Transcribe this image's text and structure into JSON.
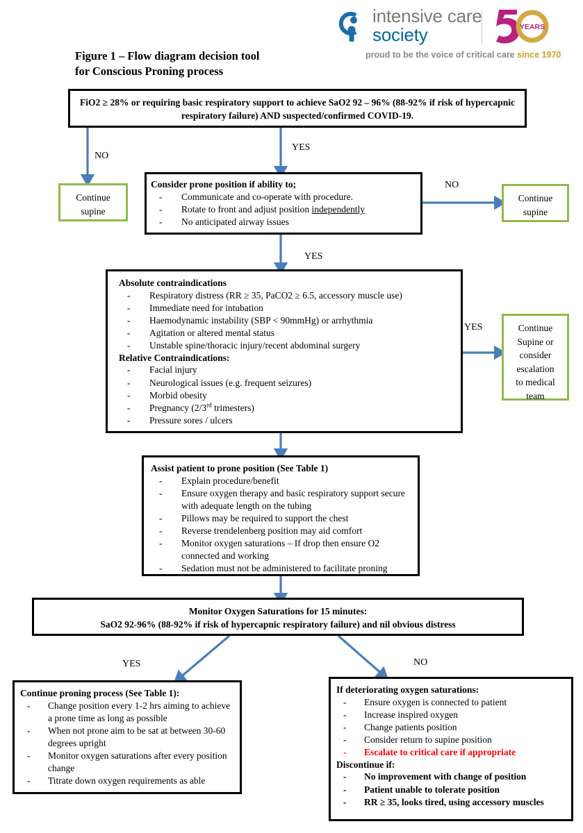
{
  "brand": {
    "name_line1": "intensive care",
    "name_line2": "society",
    "badge_number": "50",
    "badge_word": "YEARS",
    "tagline_main": "proud to be the voice of critical care ",
    "tagline_since": "since 1970",
    "colors": {
      "teal": "#00699b",
      "grey": "#7a7a7a",
      "magenta": "#b8217f",
      "gold": "#d4a843"
    }
  },
  "figure": {
    "title_line1": "Figure 1 – Flow diagram decision tool",
    "title_line2": "for Conscious Proning process"
  },
  "colors": {
    "arrow_blue": "#4a7ebb",
    "box_black": "#000000",
    "box_green": "#8fb94e",
    "alert_red": "#ff0000"
  },
  "nodes": {
    "entry": {
      "text": "FiO2 ≥ 28% or requiring basic respiratory support to achieve SaO2 92 – 96% (88-92% if risk of hypercapnic respiratory failure) AND suspected/confirmed COVID-19."
    },
    "continue_supine_left": {
      "line1": "Continue",
      "line2": "supine"
    },
    "continue_supine_right": {
      "line1": "Continue",
      "line2": "supine"
    },
    "consider_prone": {
      "heading": "Consider prone position if ability to;",
      "items": [
        "Communicate and co-operate with procedure.",
        "Rotate to front and adjust position independently",
        "No anticipated airway issues"
      ],
      "underlined_word": "independently"
    },
    "contraindications": {
      "heading_absolute": "Absolute contraindications",
      "absolute_items": [
        "Respiratory distress (RR ≥ 35, PaCO2 ≥ 6.5, accessory muscle use)",
        "Immediate need for intubation",
        "Haemodynamic instability (SBP < 90mmHg) or arrhythmia",
        "Agitation or altered mental status",
        "Unstable spine/thoracic injury/recent abdominal surgery"
      ],
      "heading_relative": "Relative Contraindications:",
      "relative_items": [
        "Facial injury",
        "Neurological issues (e.g. frequent seizures)",
        "Morbid obesity",
        "Pregnancy (2/3rd trimesters)",
        "Pressure sores / ulcers"
      ]
    },
    "escalate_supine": {
      "lines": [
        "Continue",
        "Supine or",
        "consider",
        "escalation",
        "to medical",
        "team"
      ]
    },
    "assist_prone": {
      "heading": "Assist patient to prone position (See Table 1)",
      "items": [
        "Explain procedure/benefit",
        "Ensure oxygen therapy and basic respiratory support secure with adequate length on the tubing",
        "Pillows may be required to support the chest",
        "Reverse trendelenberg position may aid comfort",
        "Monitor oxygen saturations – If drop then ensure O2 connected and working",
        "Sedation must not be administered to facilitate proning"
      ]
    },
    "monitor": {
      "line1": "Monitor Oxygen Saturations for 15 minutes:",
      "line2": "SaO2 92-96% (88-92% if risk of hypercapnic respiratory failure) and nil obvious distress"
    },
    "continue_proning": {
      "heading": "Continue proning process (See Table 1):",
      "items": [
        "Change position every 1-2 hrs aiming to achieve a prone time as long as possible",
        "When not prone aim to be sat at between 30-60 degrees upright",
        "Monitor oxygen saturations after every position change",
        "Titrate down oxygen requirements as able"
      ]
    },
    "deteriorating": {
      "heading": "If deteriorating oxygen saturations:",
      "items": [
        "Ensure oxygen is connected to patient",
        "Increase inspired oxygen",
        "Change patients position",
        "Consider return to supine position"
      ],
      "alert_item": "Escalate to critical care if appropriate",
      "heading2": "Discontinue if:",
      "items2": [
        "No improvement with change of position",
        "Patient unable to tolerate position",
        "RR ≥ 35, looks tired, using accessory muscles"
      ]
    }
  },
  "edge_labels": {
    "entry_no": "NO",
    "entry_yes": "YES",
    "prone_no": "NO",
    "prone_yes": "YES",
    "contra_yes": "YES",
    "monitor_yes": "YES",
    "monitor_no": "NO"
  }
}
